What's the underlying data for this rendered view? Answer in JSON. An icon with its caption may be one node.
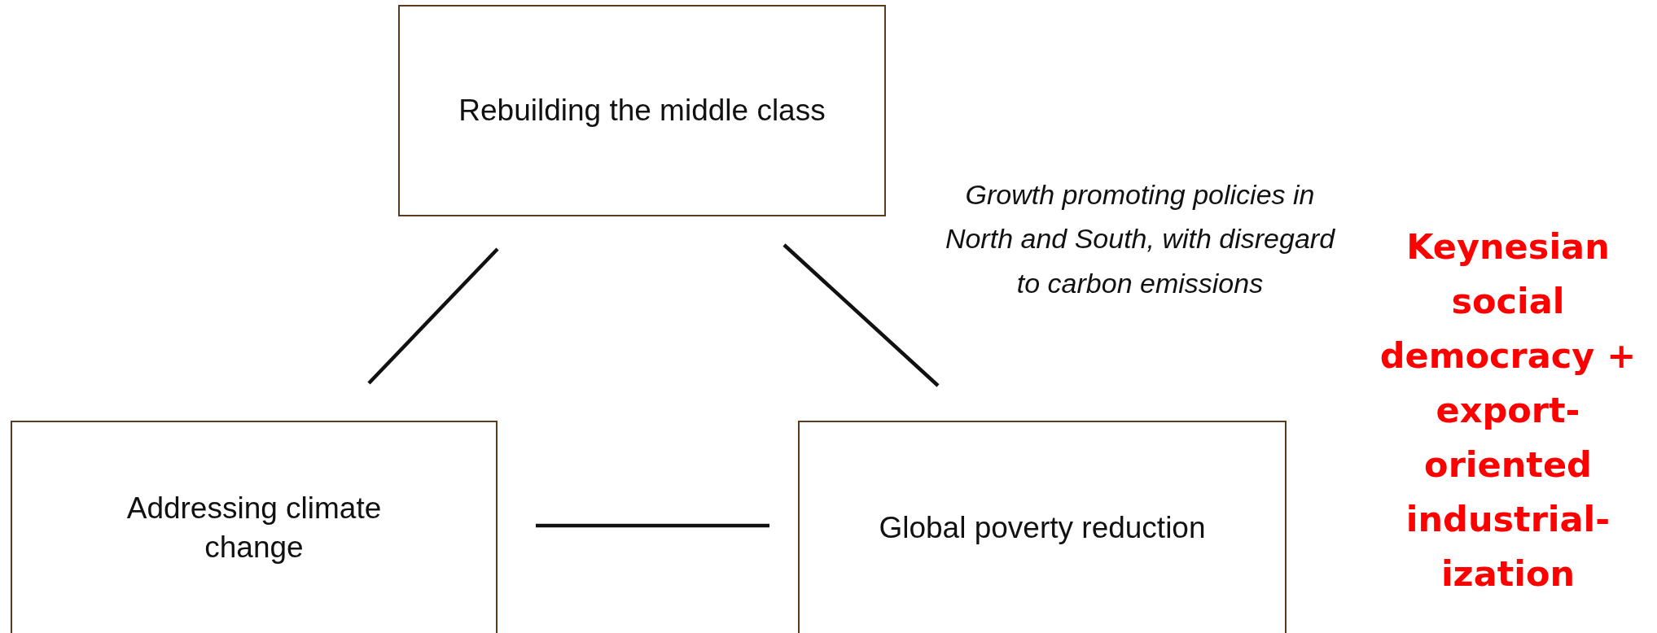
{
  "diagram": {
    "nodes": [
      {
        "text": [
          "Rebuilding the middle class"
        ]
      },
      {
        "text": [
          "Addressing climate change"
        ]
      },
      {
        "text": [
          "Global poverty reduction"
        ]
      }
    ],
    "edges": [
      {
        "from": 0,
        "to": 1,
        "arrow": "none"
      },
      {
        "from": 0,
        "to": 2,
        "arrow": "none",
        "label": "Growth promoting policies in North and South, with disregard to carbon emissions"
      },
      {
        "from": 1,
        "to": 2,
        "arrow": "none"
      }
    ],
    "labels": [
      "Keynesian social democracy + export-oriented industrial-ization"
    ]
  }
}
